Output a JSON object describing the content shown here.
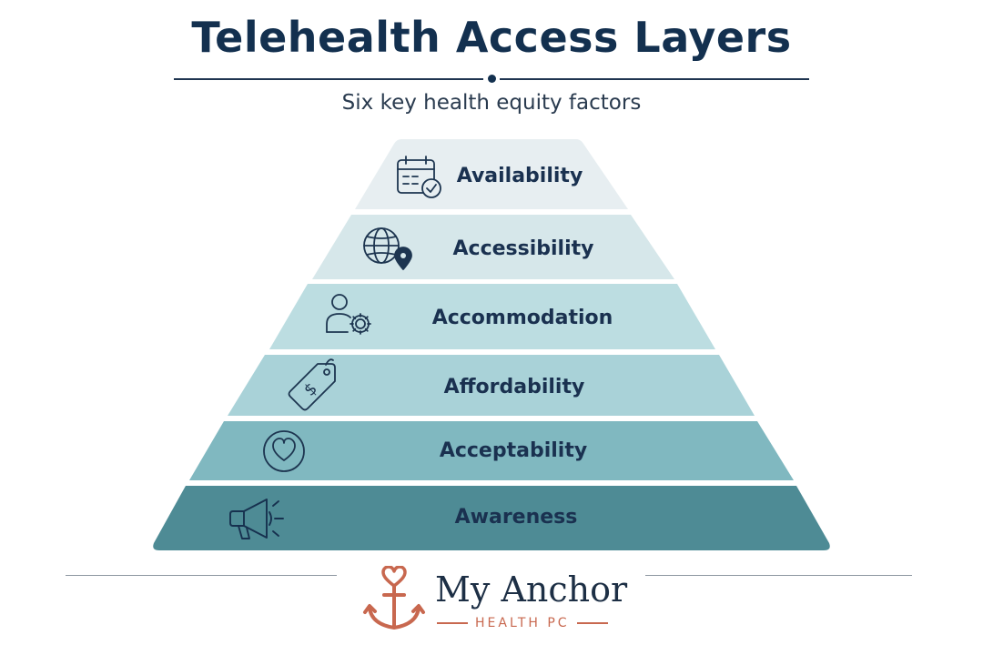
{
  "title": "Telehealth Access Layers",
  "subtitle": "Six key health equity factors",
  "layers": [
    {
      "label": "Availability",
      "icon": "calendar-check-icon",
      "color": "#e7eef1"
    },
    {
      "label": "Accessibility",
      "icon": "globe-location-icon",
      "color": "#d6e7ea"
    },
    {
      "label": "Accommodation",
      "icon": "person-gear-icon",
      "color": "#bcdde1"
    },
    {
      "label": "Affordability",
      "icon": "price-tag-dollar-icon",
      "color": "#a9d2d8"
    },
    {
      "label": "Acceptability",
      "icon": "heart-circle-icon",
      "color": "#80b8c0"
    },
    {
      "label": "Awareness",
      "icon": "megaphone-icon",
      "color": "#4e8b95"
    }
  ],
  "brand": {
    "name": "My Anchor",
    "tagline": "HEALTH PC",
    "logo": "anchor-heart-icon",
    "accent_color": "#c8684f"
  }
}
